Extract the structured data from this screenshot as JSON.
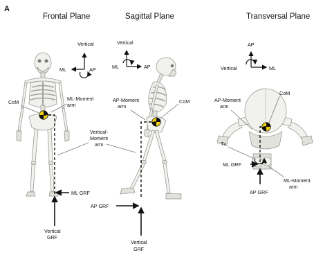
{
  "panel_label": "A",
  "planes": {
    "frontal": {
      "title": "Frontal Plane",
      "axis_vertical": "Vertical",
      "axis_left": "ML",
      "axis_right": "AP",
      "com": "CoM",
      "moment_arm_ml": [
        "ML-Moment",
        "arm"
      ],
      "moment_arm_vertical": [
        "Vertical-",
        "Moment",
        "arm"
      ],
      "ml_grf": "ML GRF",
      "vertical_grf": [
        "Vertical",
        "GRF"
      ]
    },
    "sagittal": {
      "title": "Sagittal Plane",
      "axis_vertical": "Vertical",
      "axis_left": "ML",
      "axis_right": "AP",
      "com": "CoM",
      "moment_arm_ap": [
        "AP-Moment",
        "arm"
      ],
      "ap_grf": "AP GRF",
      "vertical_grf": [
        "Vertical",
        "GRF"
      ]
    },
    "transversal": {
      "title": "Transversal Plane",
      "axis_up": "AP",
      "axis_left": "Vertical",
      "axis_right": "ML",
      "com": "CoM",
      "moment_arm_ap": [
        "AP-Moment",
        "arm"
      ],
      "tv": "Tv",
      "ml_grf": "ML GRF",
      "moment_arm_ml": [
        "ML-Moment",
        "arm"
      ],
      "ap_grf": "AP GRF"
    }
  },
  "colors": {
    "com_marker_yellow": "#f2d20f",
    "com_marker_black": "#111111",
    "bone": "#f1f1ee"
  }
}
